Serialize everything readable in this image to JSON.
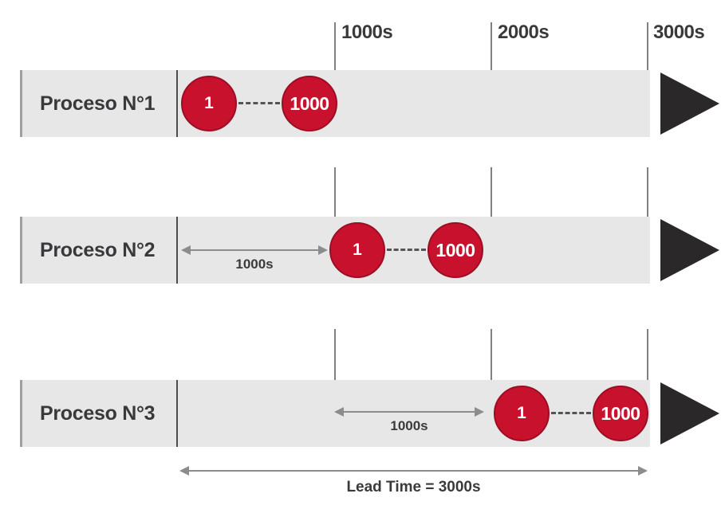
{
  "timeline": {
    "ticks": [
      "1000s",
      "2000s",
      "3000s"
    ]
  },
  "processes": [
    {
      "label": "Proceso N°1",
      "batch_start": "1",
      "batch_end": "1000",
      "wait_label": ""
    },
    {
      "label": "Proceso N°2",
      "batch_start": "1",
      "batch_end": "1000",
      "wait_label": "1000s"
    },
    {
      "label": "Proceso N°3",
      "batch_start": "1",
      "batch_end": "1000",
      "wait_label": "1000s"
    }
  ],
  "lead_time": {
    "label": "Lead Time = 3000s"
  },
  "colors": {
    "batch_circle_red": "#c8112d",
    "batch_circle_border": "#9c0e24",
    "process_bar_gray": "#e7e7e8",
    "arrow_gray": "#8a8c8e",
    "text_dark": "#3a3a3c",
    "forward_triangle_dark": "#2b2829"
  }
}
